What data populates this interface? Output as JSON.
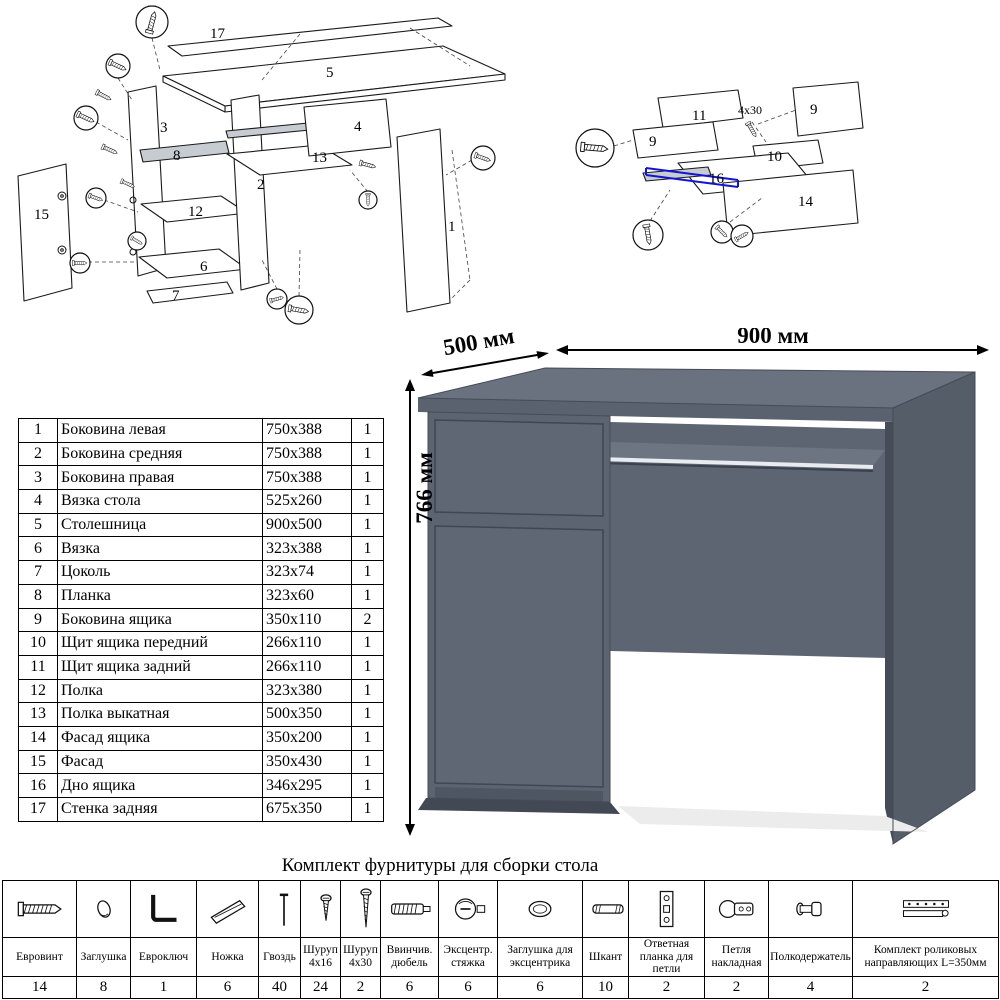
{
  "dimensions": {
    "width": "900 мм",
    "depth": "500 мм",
    "height": "766 мм"
  },
  "parts_table": {
    "rows": [
      {
        "num": "1",
        "name": "Боковина левая",
        "size": "750x388",
        "qty": "1"
      },
      {
        "num": "2",
        "name": "Боковина средняя",
        "size": "750x388",
        "qty": "1"
      },
      {
        "num": "3",
        "name": "Боковина правая",
        "size": "750x388",
        "qty": "1"
      },
      {
        "num": "4",
        "name": "Вязка стола",
        "size": "525x260",
        "qty": "1"
      },
      {
        "num": "5",
        "name": "Столешница",
        "size": "900x500",
        "qty": "1"
      },
      {
        "num": "6",
        "name": "Вязка",
        "size": "323x388",
        "qty": "1"
      },
      {
        "num": "7",
        "name": "Цоколь",
        "size": "323x74",
        "qty": "1"
      },
      {
        "num": "8",
        "name": "Планка",
        "size": "323x60",
        "qty": "1"
      },
      {
        "num": "9",
        "name": "Боковина ящика",
        "size": "350x110",
        "qty": "2"
      },
      {
        "num": "10",
        "name": "Щит ящика передний",
        "size": "266x110",
        "qty": "1"
      },
      {
        "num": "11",
        "name": "Щит ящика задний",
        "size": "266x110",
        "qty": "1"
      },
      {
        "num": "12",
        "name": "Полка",
        "size": "323x380",
        "qty": "1"
      },
      {
        "num": "13",
        "name": "Полка выкатная",
        "size": "500x350",
        "qty": "1"
      },
      {
        "num": "14",
        "name": "Фасад ящика",
        "size": "350x200",
        "qty": "1"
      },
      {
        "num": "15",
        "name": "Фасад",
        "size": "350x430",
        "qty": "1"
      },
      {
        "num": "16",
        "name": "Дно ящика",
        "size": "346x295",
        "qty": "1"
      },
      {
        "num": "17",
        "name": "Стенка задняя",
        "size": "675x350",
        "qty": "1"
      }
    ]
  },
  "hardware": {
    "title": "Комплект фурнитуры для сборки стола",
    "items": [
      {
        "name": "Евровинт",
        "qty": "14",
        "icon": "euro-screw"
      },
      {
        "name": "Заглушка",
        "qty": "8",
        "icon": "cap"
      },
      {
        "name": "Евроключ",
        "qty": "1",
        "icon": "hex-key"
      },
      {
        "name": "Ножка",
        "qty": "6",
        "icon": "foot"
      },
      {
        "name": "Гвоздь",
        "qty": "40",
        "icon": "nail"
      },
      {
        "name": "Шуруп 4x16",
        "qty": "24",
        "icon": "screw-short"
      },
      {
        "name": "Шуруп 4x30",
        "qty": "2",
        "icon": "screw-long"
      },
      {
        "name": "Ввинчив. дюбель",
        "qty": "6",
        "icon": "threaded-dowel"
      },
      {
        "name": "Эксцентр. стяжка",
        "qty": "6",
        "icon": "cam-lock"
      },
      {
        "name": "Заглушка для эксцентрика",
        "qty": "6",
        "icon": "cam-cap"
      },
      {
        "name": "Шкант",
        "qty": "10",
        "icon": "wood-dowel"
      },
      {
        "name": "Ответная планка для петли",
        "qty": "2",
        "icon": "hinge-plate"
      },
      {
        "name": "Петля накладная",
        "qty": "2",
        "icon": "hinge"
      },
      {
        "name": "Полкодержатель",
        "qty": "4",
        "icon": "shelf-pin"
      },
      {
        "name": "Комплект роликовых направляющих L=350мм",
        "qty": "2",
        "icon": "roller-slide"
      }
    ]
  },
  "diagrams": {
    "main": {
      "labels": {
        "p1": "1",
        "p2": "2",
        "p3": "3",
        "p4": "4",
        "p5": "5",
        "p6": "6",
        "p7": "7",
        "p8": "8",
        "p12": "12",
        "p13": "13",
        "p15": "15",
        "p17": "17"
      }
    },
    "drawer": {
      "labels": {
        "p9a": "9",
        "p9b": "9",
        "p10": "10",
        "p11": "11",
        "p14": "14",
        "p16": "16"
      },
      "note": "4x30"
    }
  }
}
